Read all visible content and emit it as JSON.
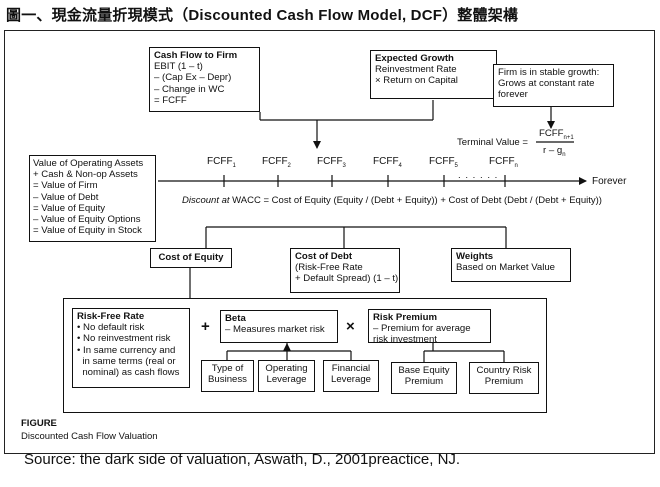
{
  "title": "圖一、現金流量折現模式（Discounted Cash Flow Model, DCF）整體架構",
  "cash_flow_to_firm": {
    "header": "Cash Flow to Firm",
    "lines": [
      "EBIT (1 – t)",
      "– (Cap Ex – Depr)",
      "– Change in WC",
      "= FCFF"
    ]
  },
  "expected_growth": {
    "header": "Expected Growth",
    "lines": [
      "Reinvestment Rate",
      "× Return on Capital"
    ]
  },
  "stable_growth": {
    "lines": [
      "Firm is in stable growth:",
      "Grows at constant rate",
      "forever"
    ]
  },
  "terminal_value": {
    "label": "Terminal Value =",
    "numerator": "FCFF",
    "numerator_sub": "n+1",
    "denominator": "r – g",
    "denominator_sub": "n"
  },
  "value_box": {
    "lines": [
      "Value of Operating Assets",
      "+ Cash & Non-op Assets",
      "= Value of Firm",
      "– Value of Debt",
      "= Value of Equity",
      "– Value of Equity Options",
      "= Value of Equity in Stock"
    ]
  },
  "timeline": {
    "fcff_label": "FCFF",
    "subs": [
      "1",
      "2",
      "3",
      "4",
      "5",
      "n"
    ],
    "dots": ". . . . . .",
    "forever": "Forever",
    "discount_prefix": "Discount at",
    "discount_text": " WACC = Cost of Equity (Equity / (Debt + Equity)) + Cost of Debt (Debt / (Debt + Equity))"
  },
  "cost_of_equity": {
    "header": "Cost of Equity"
  },
  "cost_of_debt": {
    "header": "Cost of Debt",
    "lines": [
      "(Risk-Free Rate",
      "+ Default Spread) (1 – t)"
    ]
  },
  "weights": {
    "header": "Weights",
    "lines": [
      "Based on Market Value"
    ]
  },
  "risk_free": {
    "header": "Risk-Free Rate",
    "lines": [
      "• No default risk",
      "• No reinvestment risk",
      "• In same currency and",
      "  in same terms (real or",
      "  nominal) as cash flows"
    ]
  },
  "beta": {
    "header": "Beta",
    "lines": [
      "– Measures market risk"
    ]
  },
  "risk_premium": {
    "header": "Risk Premium",
    "lines": [
      "– Premium for average",
      "risk investment"
    ]
  },
  "operators": {
    "plus": "+",
    "times": "×"
  },
  "beta_drivers": [
    {
      "lines": [
        "Type of",
        "Business"
      ]
    },
    {
      "lines": [
        "Operating",
        "Leverage"
      ]
    },
    {
      "lines": [
        "Financial",
        "Leverage"
      ]
    }
  ],
  "premium_drivers": [
    {
      "lines": [
        "Base Equity",
        "Premium"
      ]
    },
    {
      "lines": [
        "Country Risk",
        "Premium"
      ]
    }
  ],
  "figure": {
    "label": "FIGURE",
    "caption": "Discounted Cash Flow Valuation"
  },
  "source": "Source: the dark side of valuation, Aswath, D., 2001preactice, NJ."
}
